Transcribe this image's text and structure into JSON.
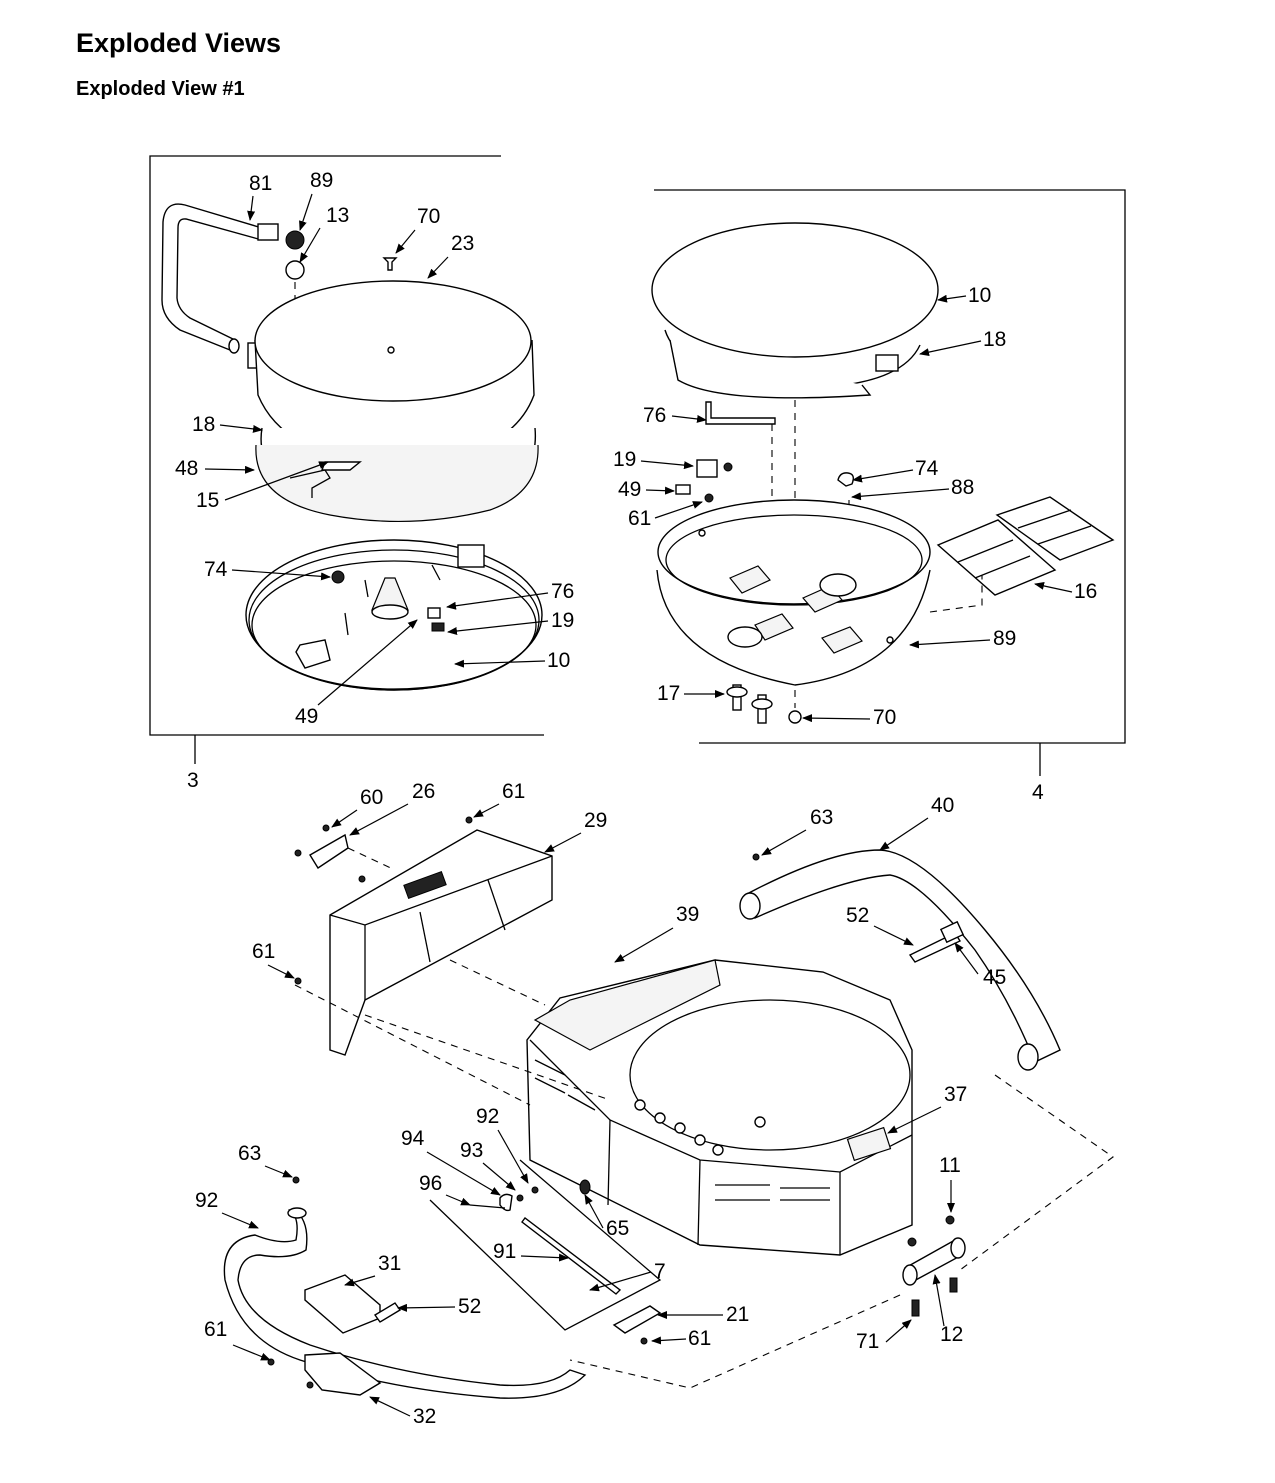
{
  "page": {
    "title": "Exploded Views",
    "subtitle": "Exploded View #1"
  },
  "callouts": [
    {
      "id": "c81",
      "label": "81"
    },
    {
      "id": "c89a",
      "label": "89"
    },
    {
      "id": "c13",
      "label": "13"
    },
    {
      "id": "c70a",
      "label": "70"
    },
    {
      "id": "c23",
      "label": "23"
    },
    {
      "id": "c18a",
      "label": "18"
    },
    {
      "id": "c48",
      "label": "48"
    },
    {
      "id": "c15",
      "label": "15"
    },
    {
      "id": "c74a",
      "label": "74"
    },
    {
      "id": "c76a",
      "label": "76"
    },
    {
      "id": "c19a",
      "label": "19"
    },
    {
      "id": "c10a",
      "label": "10"
    },
    {
      "id": "c49a",
      "label": "49"
    },
    {
      "id": "c3",
      "label": "3"
    },
    {
      "id": "c10b",
      "label": "10"
    },
    {
      "id": "c18b",
      "label": "18"
    },
    {
      "id": "c76b",
      "label": "76"
    },
    {
      "id": "c19b",
      "label": "19"
    },
    {
      "id": "c74b",
      "label": "74"
    },
    {
      "id": "c88",
      "label": "88"
    },
    {
      "id": "c49b",
      "label": "49"
    },
    {
      "id": "c61a",
      "label": "61"
    },
    {
      "id": "c16",
      "label": "16"
    },
    {
      "id": "c89b",
      "label": "89"
    },
    {
      "id": "c17",
      "label": "17"
    },
    {
      "id": "c70b",
      "label": "70"
    },
    {
      "id": "c4",
      "label": "4"
    },
    {
      "id": "c60",
      "label": "60"
    },
    {
      "id": "c26",
      "label": "26"
    },
    {
      "id": "c61b",
      "label": "61"
    },
    {
      "id": "c29",
      "label": "29"
    },
    {
      "id": "c61c",
      "label": "61"
    },
    {
      "id": "c39",
      "label": "39"
    },
    {
      "id": "c63a",
      "label": "63"
    },
    {
      "id": "c40",
      "label": "40"
    },
    {
      "id": "c52a",
      "label": "52"
    },
    {
      "id": "c45",
      "label": "45"
    },
    {
      "id": "c37",
      "label": "37"
    },
    {
      "id": "c92a",
      "label": "92"
    },
    {
      "id": "c94",
      "label": "94"
    },
    {
      "id": "c93",
      "label": "93"
    },
    {
      "id": "c96",
      "label": "96"
    },
    {
      "id": "c65",
      "label": "65"
    },
    {
      "id": "c91",
      "label": "91"
    },
    {
      "id": "c7",
      "label": "7"
    },
    {
      "id": "c63b",
      "label": "63"
    },
    {
      "id": "c92b",
      "label": "92"
    },
    {
      "id": "c31",
      "label": "31"
    },
    {
      "id": "c52b",
      "label": "52"
    },
    {
      "id": "c21",
      "label": "21"
    },
    {
      "id": "c61d",
      "label": "61"
    },
    {
      "id": "c61e",
      "label": "61"
    },
    {
      "id": "c32",
      "label": "32"
    },
    {
      "id": "c11",
      "label": "11"
    },
    {
      "id": "c71",
      "label": "71"
    },
    {
      "id": "c12",
      "label": "12"
    }
  ]
}
